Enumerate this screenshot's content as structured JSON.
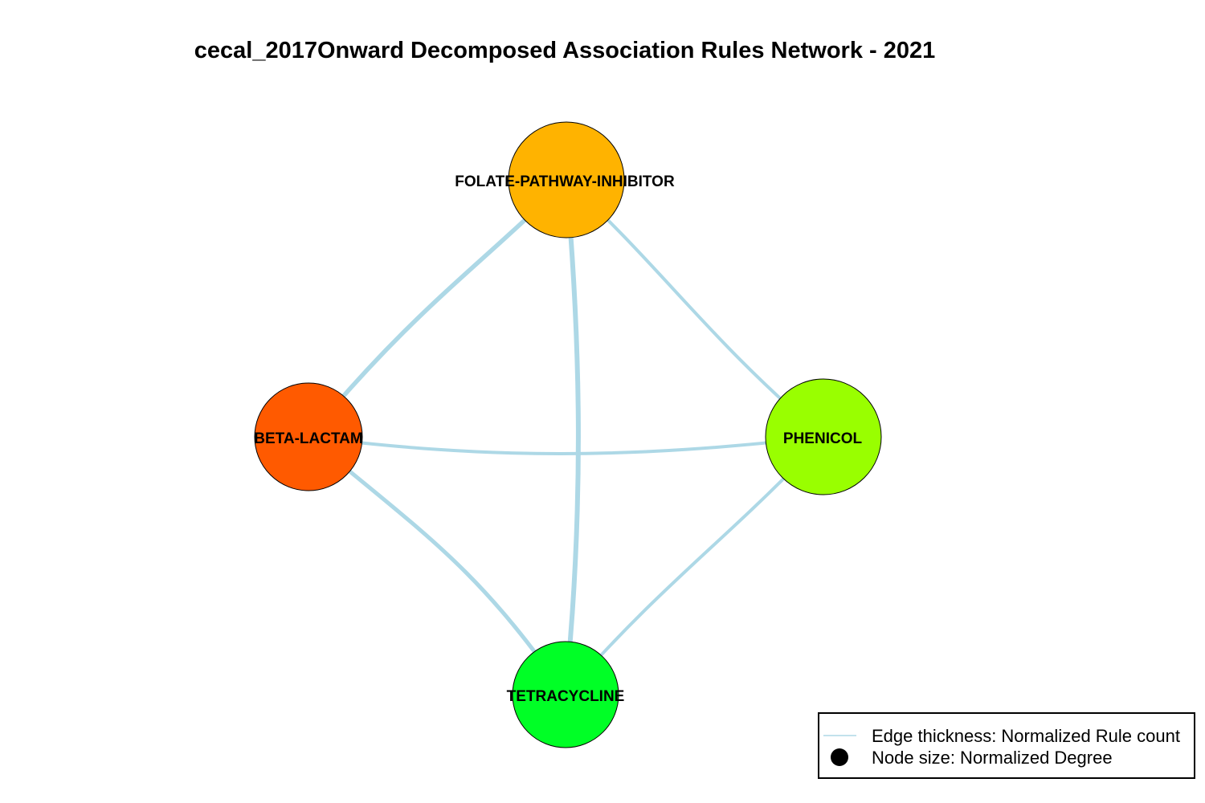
{
  "title": "cecal_2017Onward Decomposed Association Rules Network - 2021",
  "colors": {
    "edge": "#add8e6",
    "node_border": "#000000",
    "background": "#ffffff"
  },
  "nodes": [
    {
      "id": "folate",
      "label": "FOLATE-PATHWAY-INHIBITOR",
      "color": "#ffb300"
    },
    {
      "id": "beta",
      "label": "BETA-LACTAM",
      "color": "#ff5a00"
    },
    {
      "id": "phenicol",
      "label": "PHENICOL",
      "color": "#99ff00"
    },
    {
      "id": "tetra",
      "label": "TETRACYCLINE",
      "color": "#00ff26"
    }
  ],
  "edges": [
    {
      "source": "folate",
      "target": "beta"
    },
    {
      "source": "folate",
      "target": "phenicol"
    },
    {
      "source": "folate",
      "target": "tetra"
    },
    {
      "source": "beta",
      "target": "phenicol"
    },
    {
      "source": "beta",
      "target": "tetra"
    },
    {
      "source": "phenicol",
      "target": "tetra"
    }
  ],
  "legend": {
    "edge_label": "Edge thickness: Normalized Rule count",
    "node_label": "Node size: Normalized Degree"
  }
}
